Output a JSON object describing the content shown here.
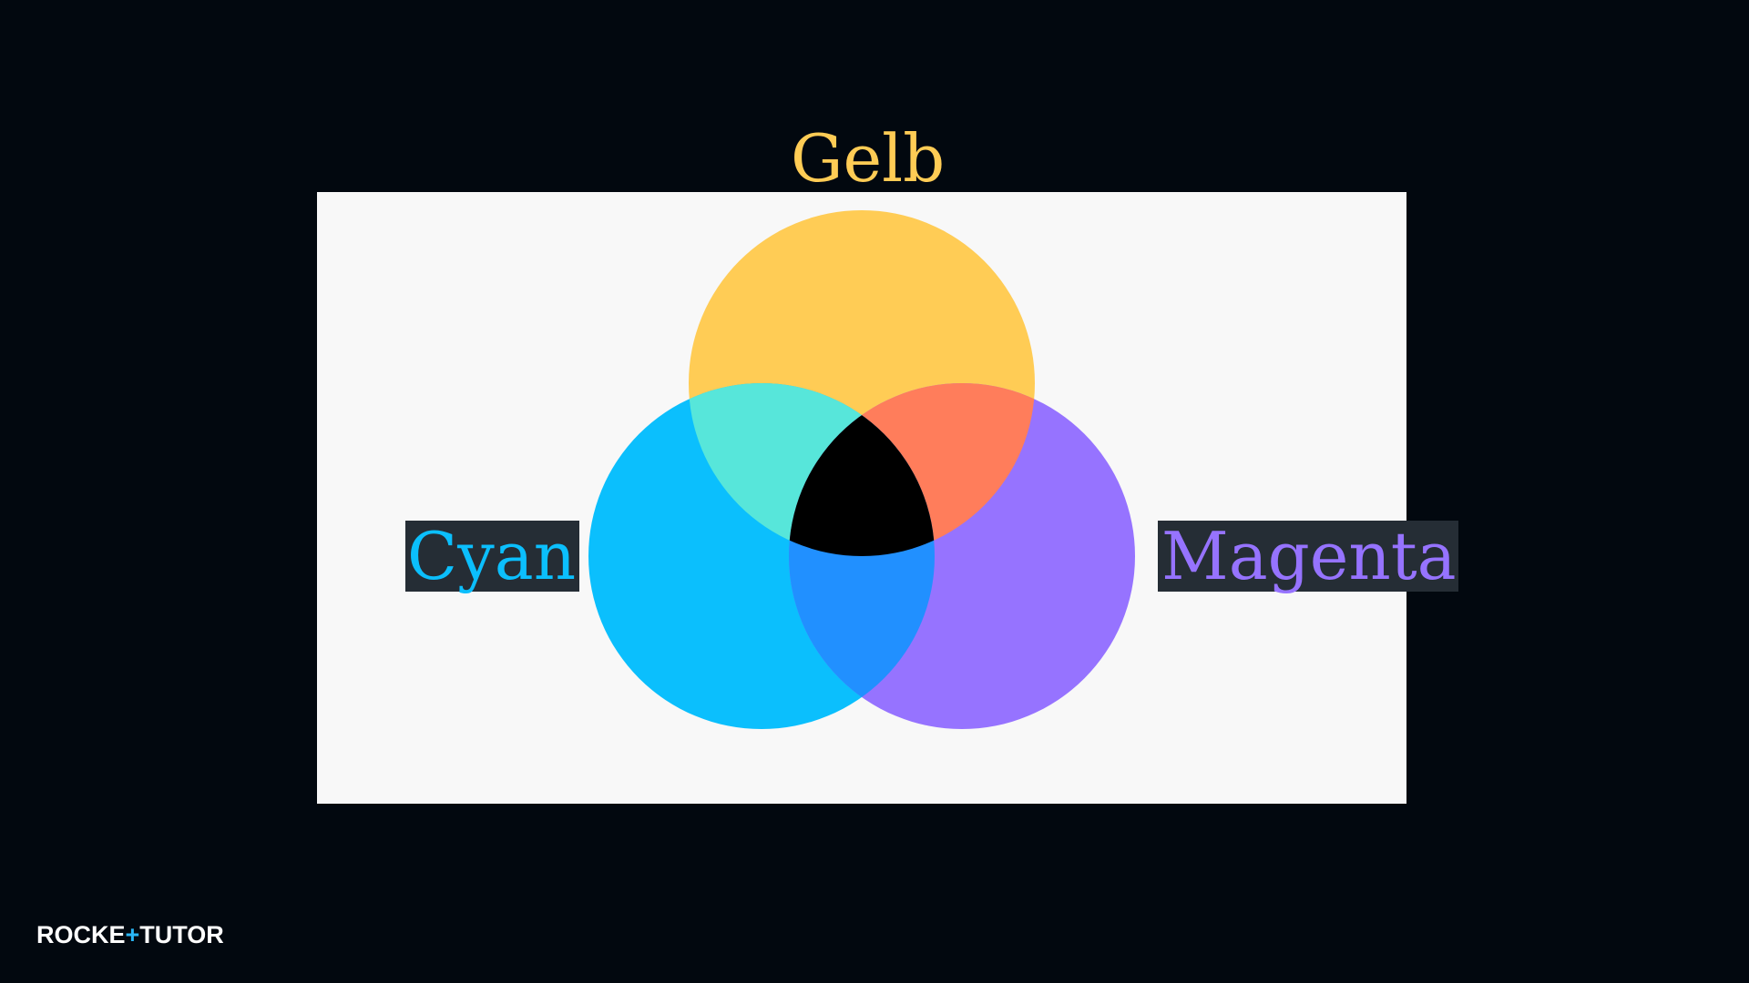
{
  "diagram": {
    "labels": {
      "yellow": "Gelb",
      "cyan": "Cyan",
      "magenta": "Magenta"
    },
    "colors": {
      "background": "#02080f",
      "panel": "#f8f8f8",
      "yellow": "#ffcc55",
      "cyan": "#0bbffd",
      "magenta": "#9673ff",
      "yellow_cyan_overlap": "#57e6da",
      "yellow_magenta_overlap": "#ff7d5b",
      "cyan_magenta_overlap": "#2190ff",
      "all_overlap": "#000000",
      "label_box": "#252d35"
    }
  },
  "logo": {
    "left_text": "ROCKE",
    "plus_glyph": "+",
    "right_text": "TUTO",
    "end_glyph": "R"
  }
}
